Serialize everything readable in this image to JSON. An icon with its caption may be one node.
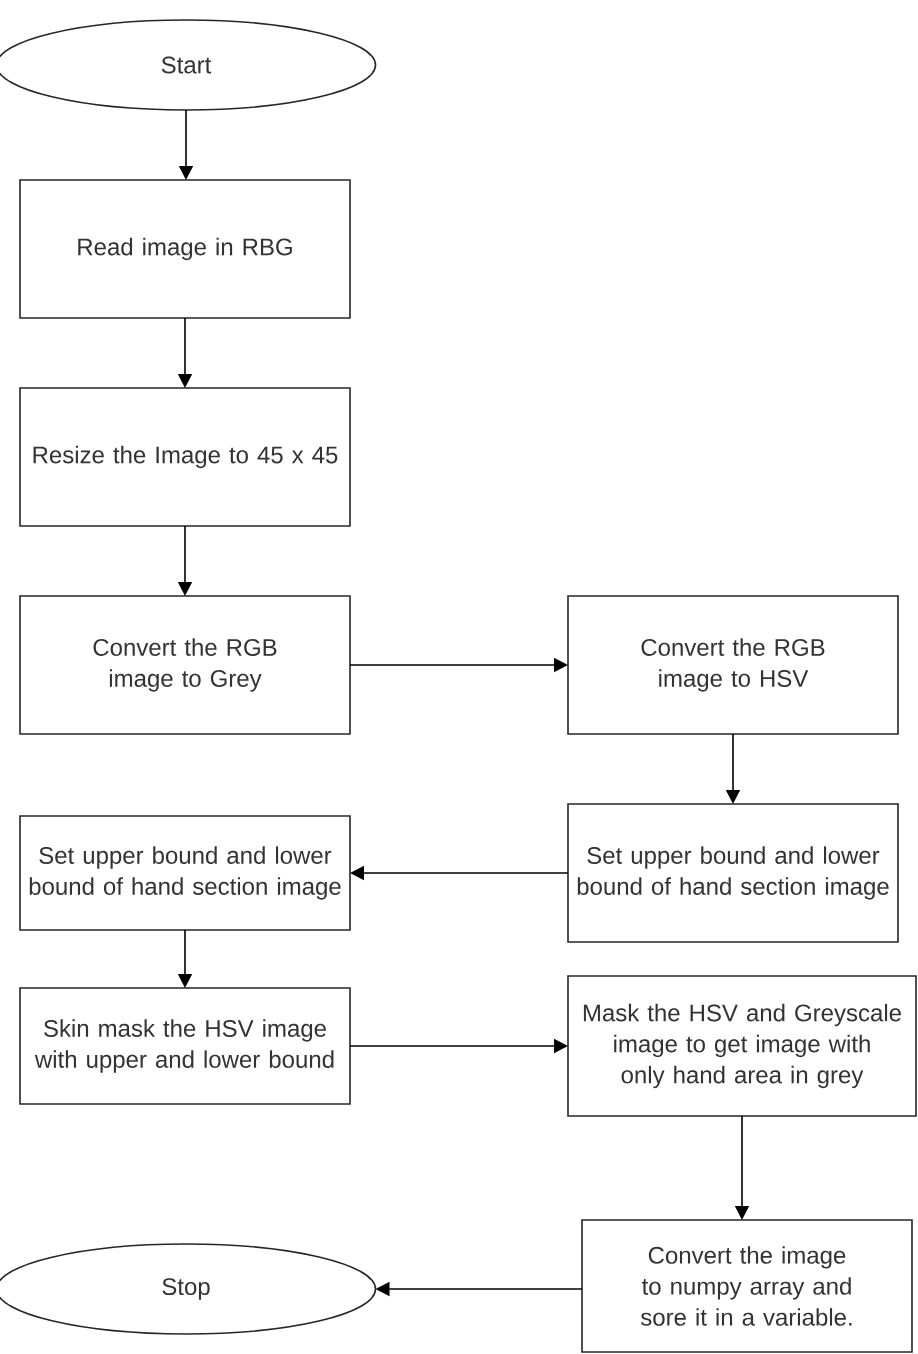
{
  "diagram": {
    "nodes": [
      {
        "text": [
          "Start"
        ]
      },
      {
        "text": [
          "Read image in RBG"
        ]
      },
      {
        "text": [
          "Resize the Image to 45 x 45"
        ]
      },
      {
        "text": [
          "Convert the RGB image to Grey"
        ]
      },
      {
        "text": [
          "Convert the RGB image to HSV"
        ]
      },
      {
        "text": [
          "Set upper bound and lower bound of  hand section image"
        ]
      },
      {
        "text": [
          "Set upper bound and lower bound of  hand section image"
        ]
      },
      {
        "text": [
          "Skin mask the HSV image with upper and lower bound"
        ]
      },
      {
        "text": [
          "Mask the HSV and Greyscale image to get image with only hand area in grey"
        ]
      },
      {
        "text": [
          "Convert the image to numpy array and sore it in a variable."
        ]
      },
      {
        "text": [
          "Stop"
        ]
      }
    ],
    "edges": [
      {
        "from": 0,
        "to": 1,
        "arrow": "to"
      },
      {
        "from": 1,
        "to": 2,
        "arrow": "to"
      },
      {
        "from": 2,
        "to": 3,
        "arrow": "to"
      },
      {
        "from": 3,
        "to": 4,
        "arrow": "to"
      },
      {
        "from": 4,
        "to": 5,
        "arrow": "to"
      },
      {
        "from": 5,
        "to": 6,
        "arrow": "to"
      },
      {
        "from": 6,
        "to": 7,
        "arrow": "to"
      },
      {
        "from": 7,
        "to": 8,
        "arrow": "to"
      },
      {
        "from": 8,
        "to": 9,
        "arrow": "to"
      },
      {
        "from": 9,
        "to": 10,
        "arrow": "to"
      }
    ]
  }
}
